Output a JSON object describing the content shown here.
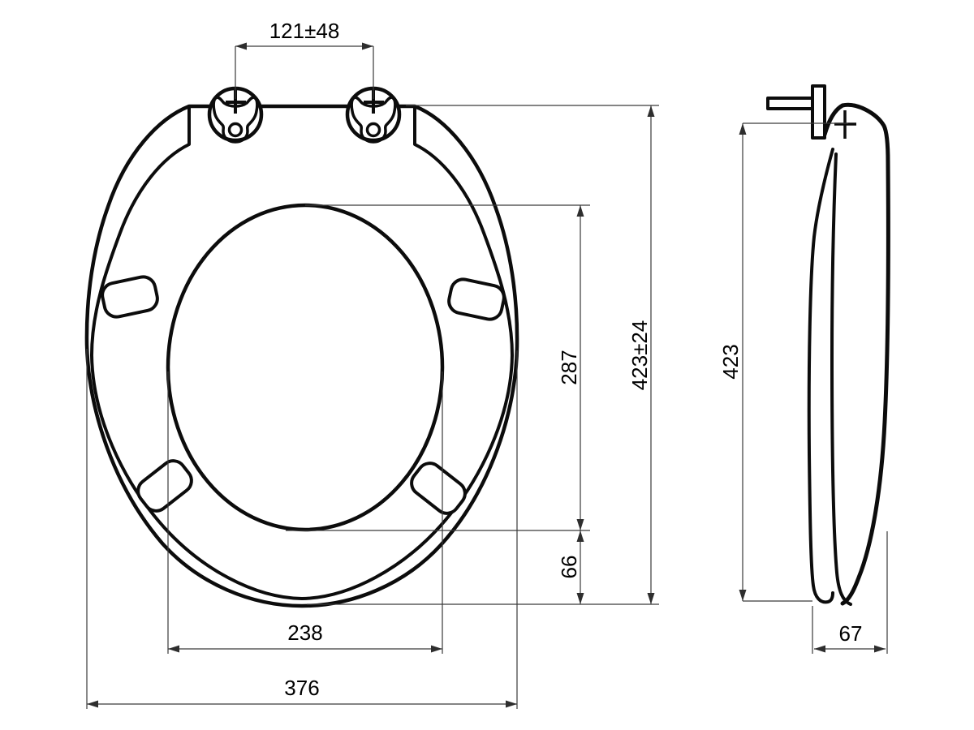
{
  "drawing": {
    "subject": "toilet-seat-with-lid-dimension-drawing",
    "views": {
      "front": "top-view-of-seat-and-lid",
      "side": "side-profile-view"
    }
  },
  "dimensions": {
    "hinge_spacing": "121±48",
    "overall_height": "423±24",
    "opening_height": "287",
    "front_offset": "66",
    "opening_width": "238",
    "overall_width": "376",
    "side_height": "423",
    "side_thickness": "67"
  }
}
